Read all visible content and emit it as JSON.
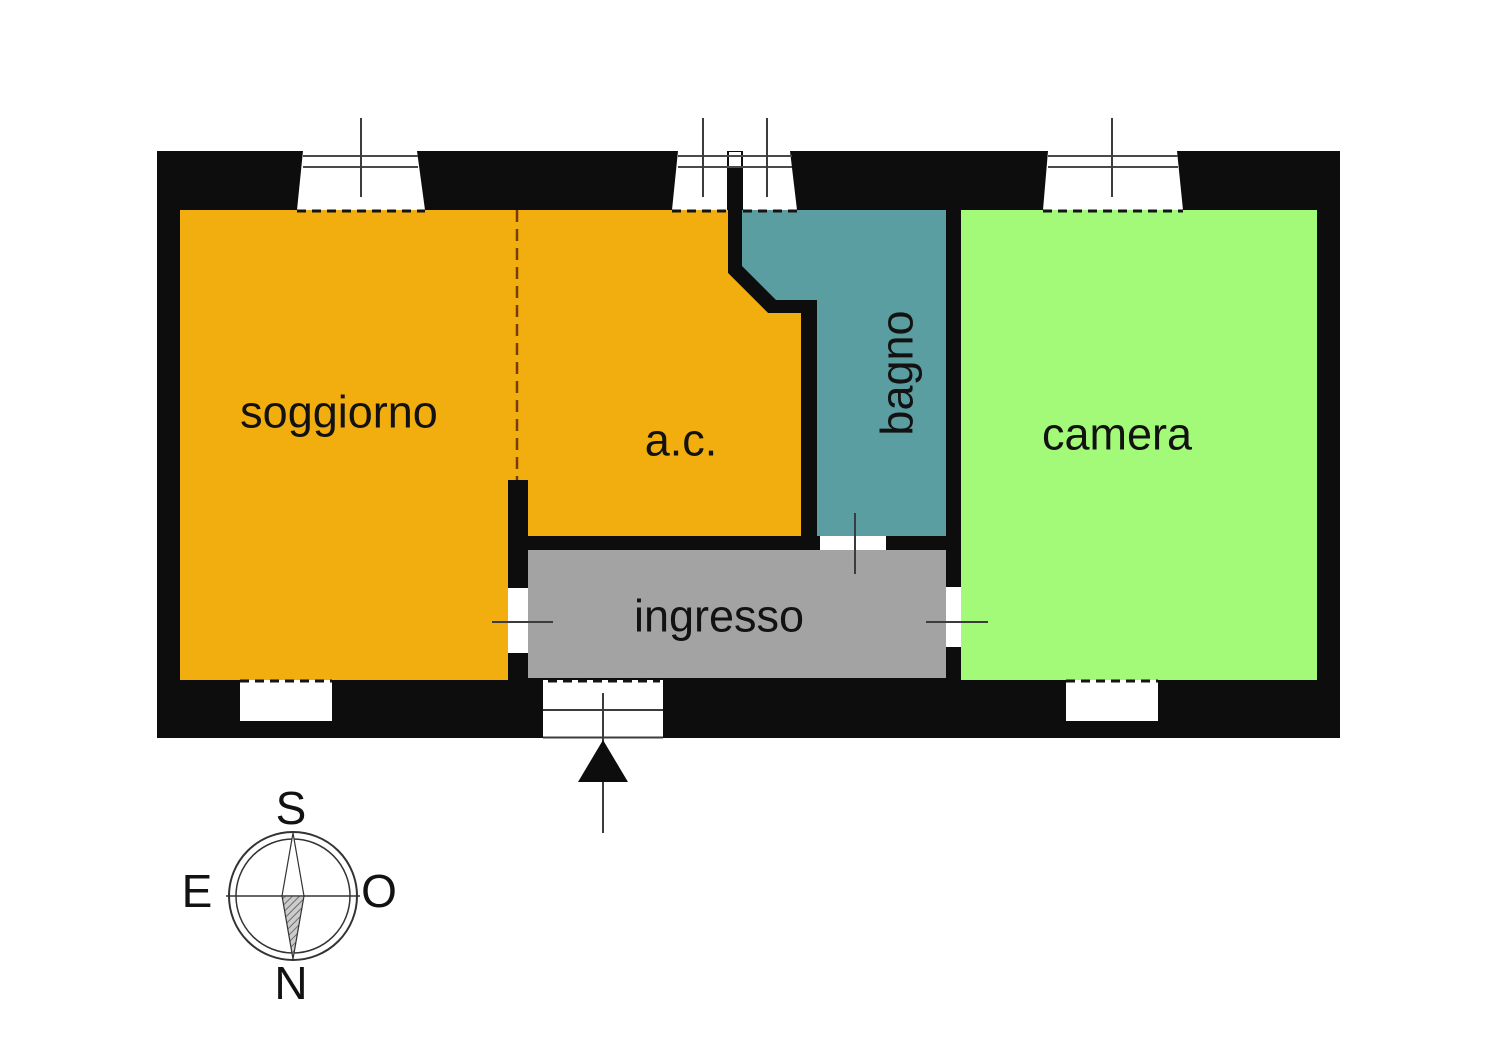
{
  "plan": {
    "colors": {
      "wall": "#0d0d0d",
      "soggiorno": "#F2AE0E",
      "ac": "#F2AE0E",
      "bagno": "#5B9EA1",
      "camera": "#A3F978",
      "ingresso": "#A3A3A3"
    },
    "labels": {
      "soggiorno": "soggiorno",
      "ac": "a.c.",
      "bagno": "bagno",
      "camera": "camera",
      "ingresso": "ingresso"
    }
  },
  "compass": {
    "top": "S",
    "bottom": "N",
    "left": "E",
    "right": "O"
  }
}
